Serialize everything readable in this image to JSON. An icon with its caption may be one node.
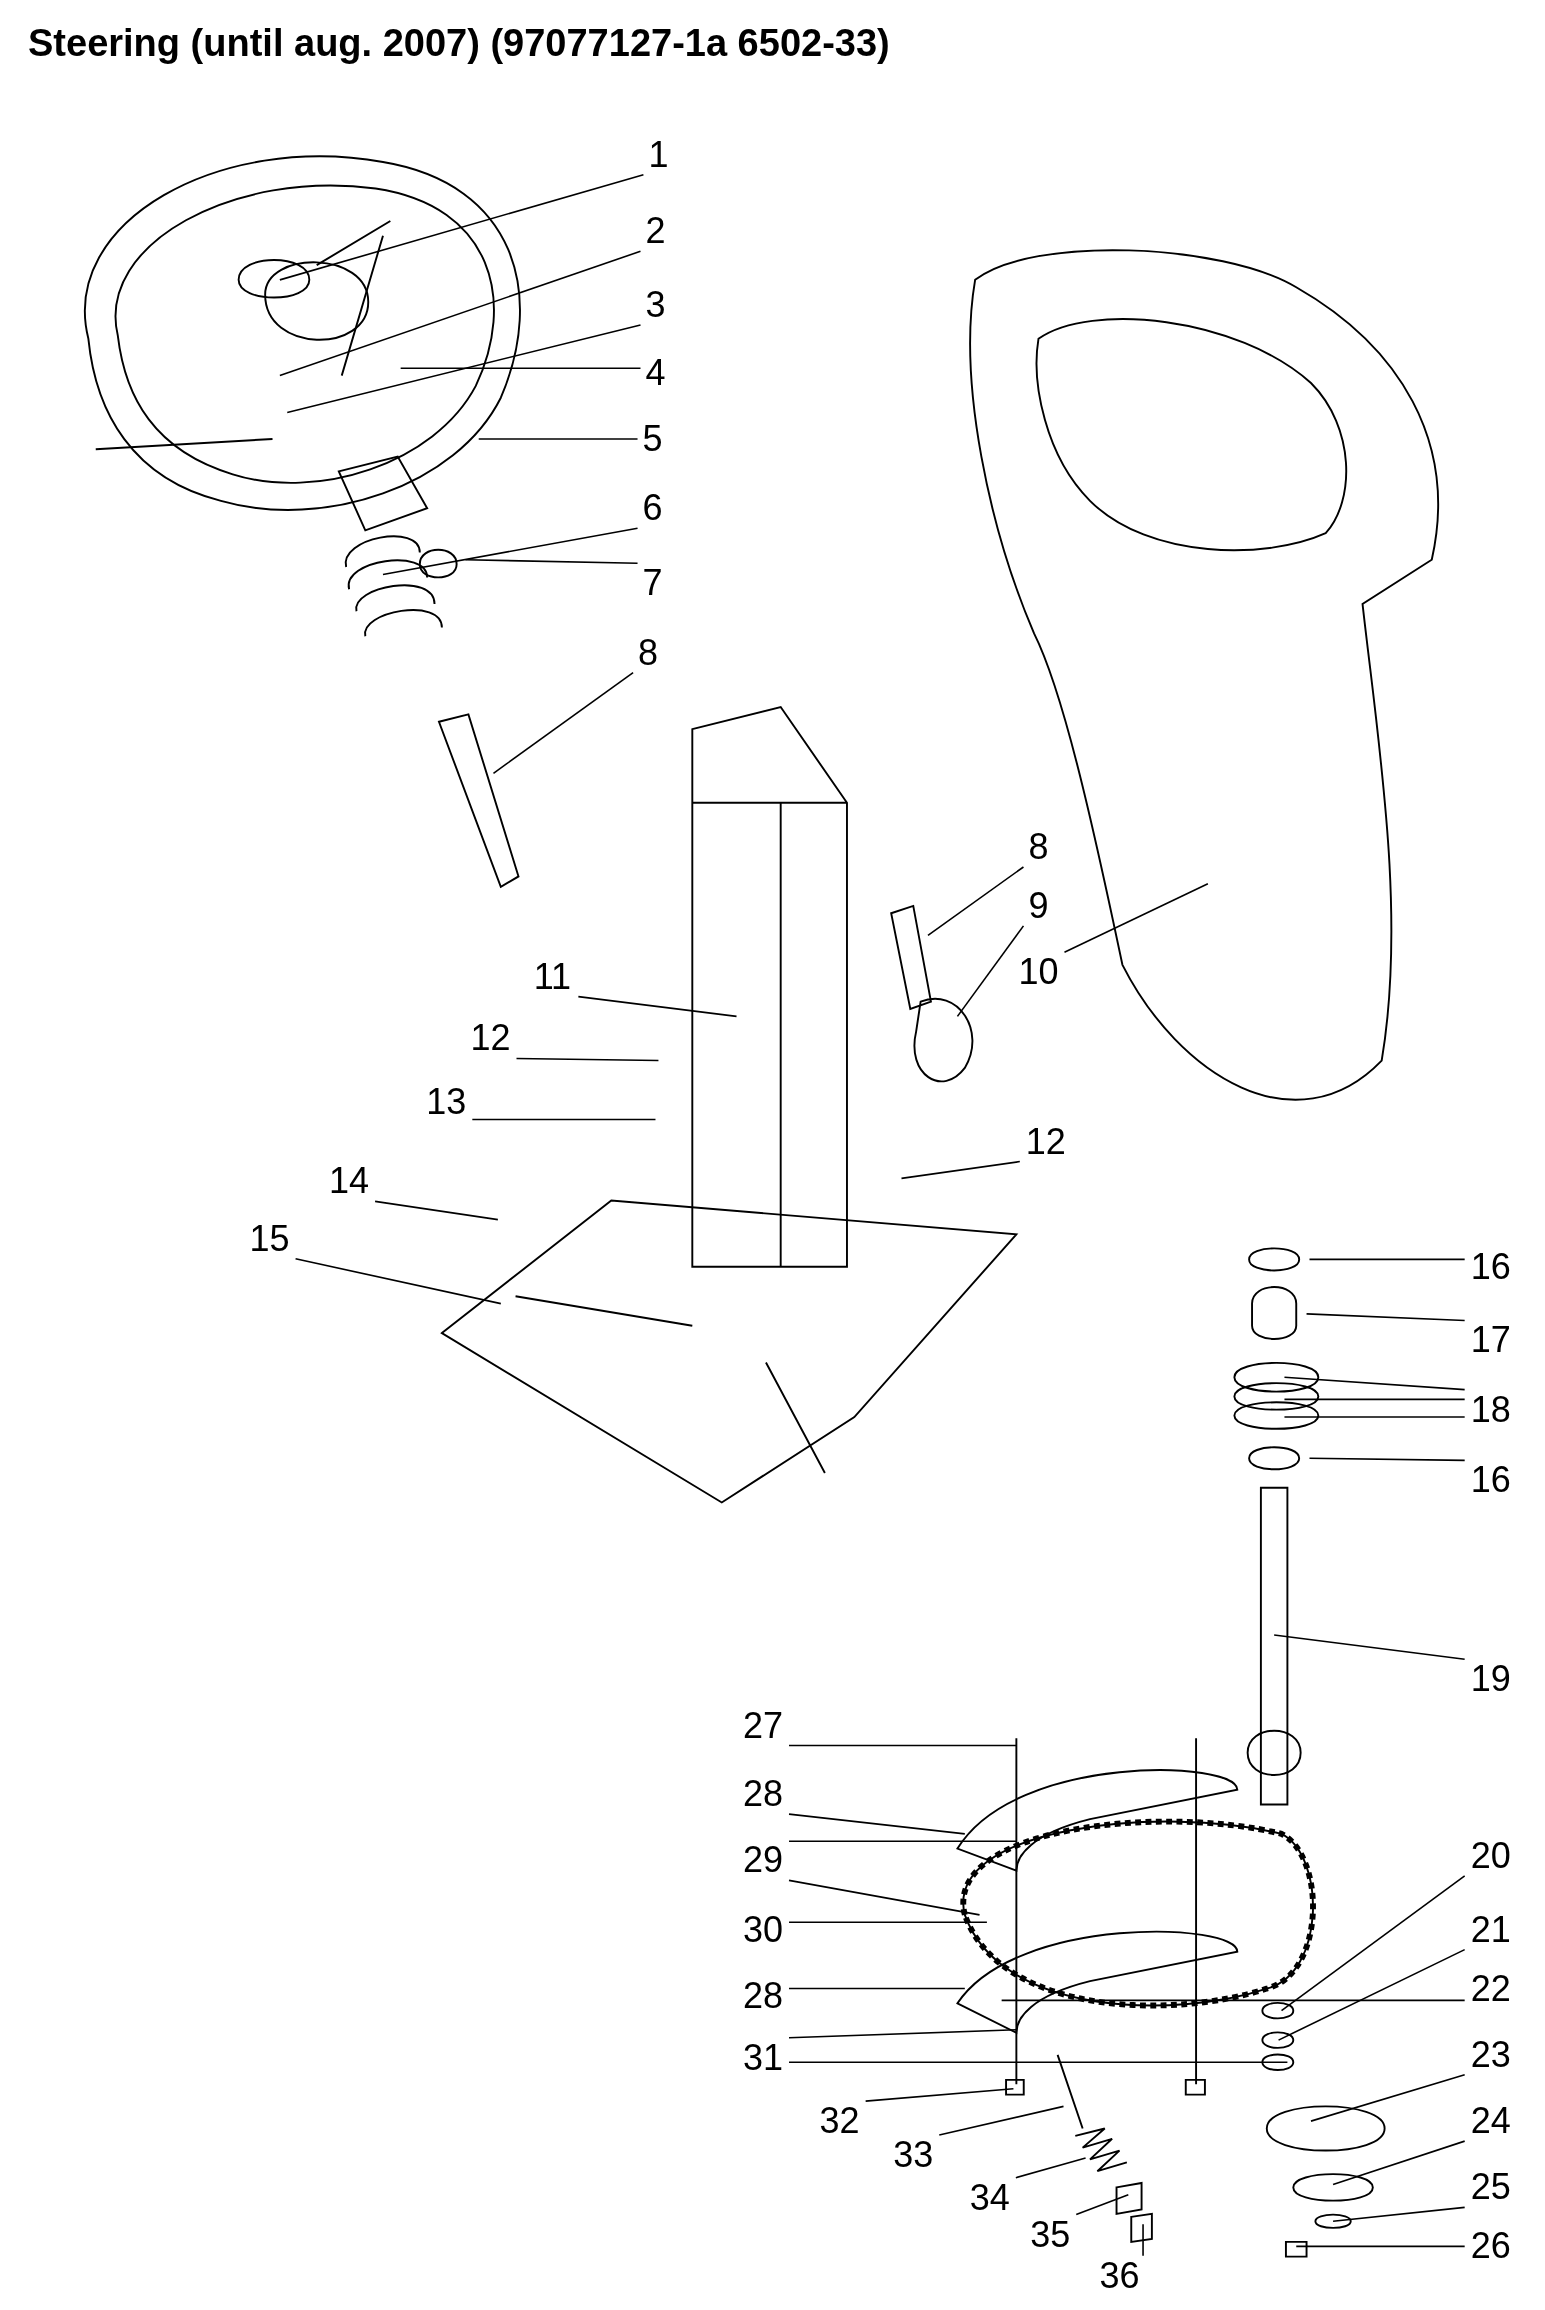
{
  "diagram": {
    "title": "Steering (until aug. 2007) (97077127-1a 6502-33)",
    "nodes": [
      {
        "text": [
          "1"
        ]
      },
      {
        "text": [
          "2"
        ]
      },
      {
        "text": [
          "3"
        ]
      },
      {
        "text": [
          "4"
        ]
      },
      {
        "text": [
          "5"
        ]
      },
      {
        "text": [
          "6"
        ]
      },
      {
        "text": [
          "7"
        ]
      },
      {
        "text": [
          "8"
        ]
      },
      {
        "text": [
          "8"
        ]
      },
      {
        "text": [
          "9"
        ]
      },
      {
        "text": [
          "10"
        ]
      },
      {
        "text": [
          "11"
        ]
      },
      {
        "text": [
          "12"
        ]
      },
      {
        "text": [
          "13"
        ]
      },
      {
        "text": [
          "12"
        ]
      },
      {
        "text": [
          "14"
        ]
      },
      {
        "text": [
          "15"
        ]
      },
      {
        "text": [
          "16"
        ]
      },
      {
        "text": [
          "17"
        ]
      },
      {
        "text": [
          "18"
        ]
      },
      {
        "text": [
          "16"
        ]
      },
      {
        "text": [
          "19"
        ]
      },
      {
        "text": [
          "27"
        ]
      },
      {
        "text": [
          "28"
        ]
      },
      {
        "text": [
          "29"
        ]
      },
      {
        "text": [
          "20"
        ]
      },
      {
        "text": [
          "30"
        ]
      },
      {
        "text": [
          "21"
        ]
      },
      {
        "text": [
          "28"
        ]
      },
      {
        "text": [
          "22"
        ]
      },
      {
        "text": [
          "31"
        ]
      },
      {
        "text": [
          "23"
        ]
      },
      {
        "text": [
          "32"
        ]
      },
      {
        "text": [
          "24"
        ]
      },
      {
        "text": [
          "33"
        ]
      },
      {
        "text": [
          "25"
        ]
      },
      {
        "text": [
          "34"
        ]
      },
      {
        "text": [
          "35"
        ]
      },
      {
        "text": [
          "26"
        ]
      },
      {
        "text": [
          "36"
        ]
      }
    ],
    "edges": [
      {
        "from": 0,
        "to": null,
        "arrow": "none"
      },
      {
        "from": 1,
        "to": null,
        "arrow": "none"
      },
      {
        "from": 2,
        "to": null,
        "arrow": "none"
      },
      {
        "from": 3,
        "to": null,
        "arrow": "none"
      },
      {
        "from": 4,
        "to": null,
        "arrow": "none"
      },
      {
        "from": 5,
        "to": null,
        "arrow": "none"
      },
      {
        "from": 6,
        "to": null,
        "arrow": "none"
      },
      {
        "from": 7,
        "to": null,
        "arrow": "none"
      },
      {
        "from": 8,
        "to": null,
        "arrow": "none"
      },
      {
        "from": 9,
        "to": null,
        "arrow": "none"
      },
      {
        "from": 10,
        "to": null,
        "arrow": "none"
      },
      {
        "from": 11,
        "to": null,
        "arrow": "none"
      },
      {
        "from": 12,
        "to": null,
        "arrow": "none"
      },
      {
        "from": 13,
        "to": null,
        "arrow": "none"
      },
      {
        "from": 14,
        "to": null,
        "arrow": "none"
      },
      {
        "from": 15,
        "to": null,
        "arrow": "none"
      },
      {
        "from": 16,
        "to": null,
        "arrow": "none"
      },
      {
        "from": 17,
        "to": null,
        "arrow": "none"
      },
      {
        "from": 18,
        "to": null,
        "arrow": "none"
      },
      {
        "from": 19,
        "to": null,
        "arrow": "none"
      },
      {
        "from": 19,
        "to": null,
        "arrow": "none"
      },
      {
        "from": 19,
        "to": null,
        "arrow": "none"
      },
      {
        "from": 20,
        "to": null,
        "arrow": "none"
      },
      {
        "from": 21,
        "to": null,
        "arrow": "none"
      },
      {
        "from": 22,
        "to": null,
        "arrow": "none"
      },
      {
        "from": 23,
        "to": null,
        "arrow": "none"
      },
      {
        "from": 24,
        "to": null,
        "arrow": "none"
      },
      {
        "from": 24,
        "to": null,
        "arrow": "none"
      },
      {
        "from": 25,
        "to": null,
        "arrow": "none"
      },
      {
        "from": 26,
        "to": null,
        "arrow": "none"
      },
      {
        "from": 27,
        "to": null,
        "arrow": "none"
      },
      {
        "from": 28,
        "to": null,
        "arrow": "none"
      },
      {
        "from": 29,
        "to": null,
        "arrow": "none"
      },
      {
        "from": 30,
        "to": null,
        "arrow": "none"
      },
      {
        "from": 30,
        "to": null,
        "arrow": "none"
      },
      {
        "from": 31,
        "to": null,
        "arrow": "none"
      },
      {
        "from": 32,
        "to": null,
        "arrow": "none"
      },
      {
        "from": 33,
        "to": null,
        "arrow": "none"
      },
      {
        "from": 34,
        "to": null,
        "arrow": "none"
      },
      {
        "from": 35,
        "to": null,
        "arrow": "none"
      },
      {
        "from": 36,
        "to": null,
        "arrow": "none"
      },
      {
        "from": 37,
        "to": null,
        "arrow": "none"
      },
      {
        "from": 38,
        "to": null,
        "arrow": "none"
      },
      {
        "from": 39,
        "to": null,
        "arrow": "none"
      }
    ]
  }
}
